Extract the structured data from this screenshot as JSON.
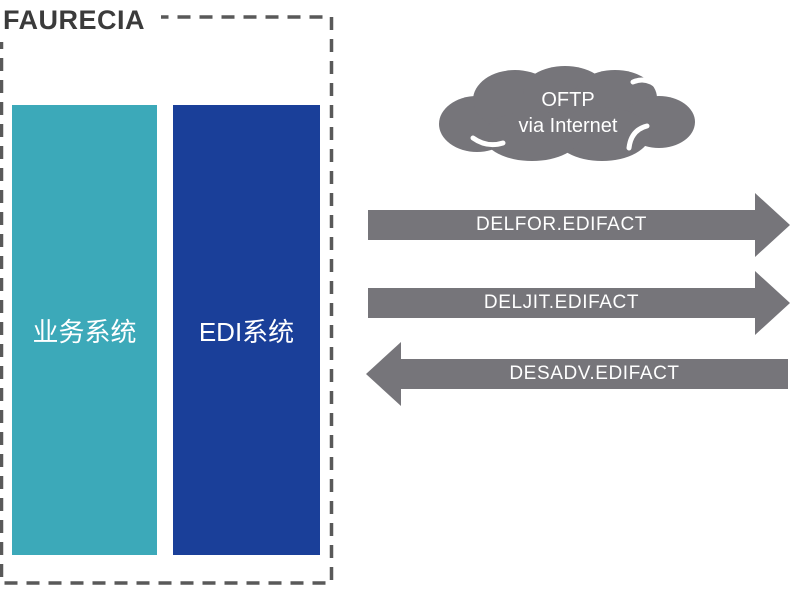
{
  "diagram": {
    "company_label": "FAURECIA",
    "systems": [
      {
        "label": "业务系统",
        "color": "#3CA9B9"
      },
      {
        "label": "EDI系统",
        "color": "#1A3F99"
      }
    ],
    "cloud": {
      "line1": "OFTP",
      "line2": "via Internet",
      "color": "#76757A"
    },
    "messages": [
      {
        "label": "DELFOR.EDIFACT",
        "direction": "right"
      },
      {
        "label": "DELJIT.EDIFACT",
        "direction": "right"
      },
      {
        "label": "DESADV.EDIFACT",
        "direction": "left"
      }
    ],
    "colors": {
      "arrow": "#76757A",
      "dashed_border": "#595959",
      "title_text": "#3B3B3B",
      "box_text": "#FFFFFF"
    }
  }
}
